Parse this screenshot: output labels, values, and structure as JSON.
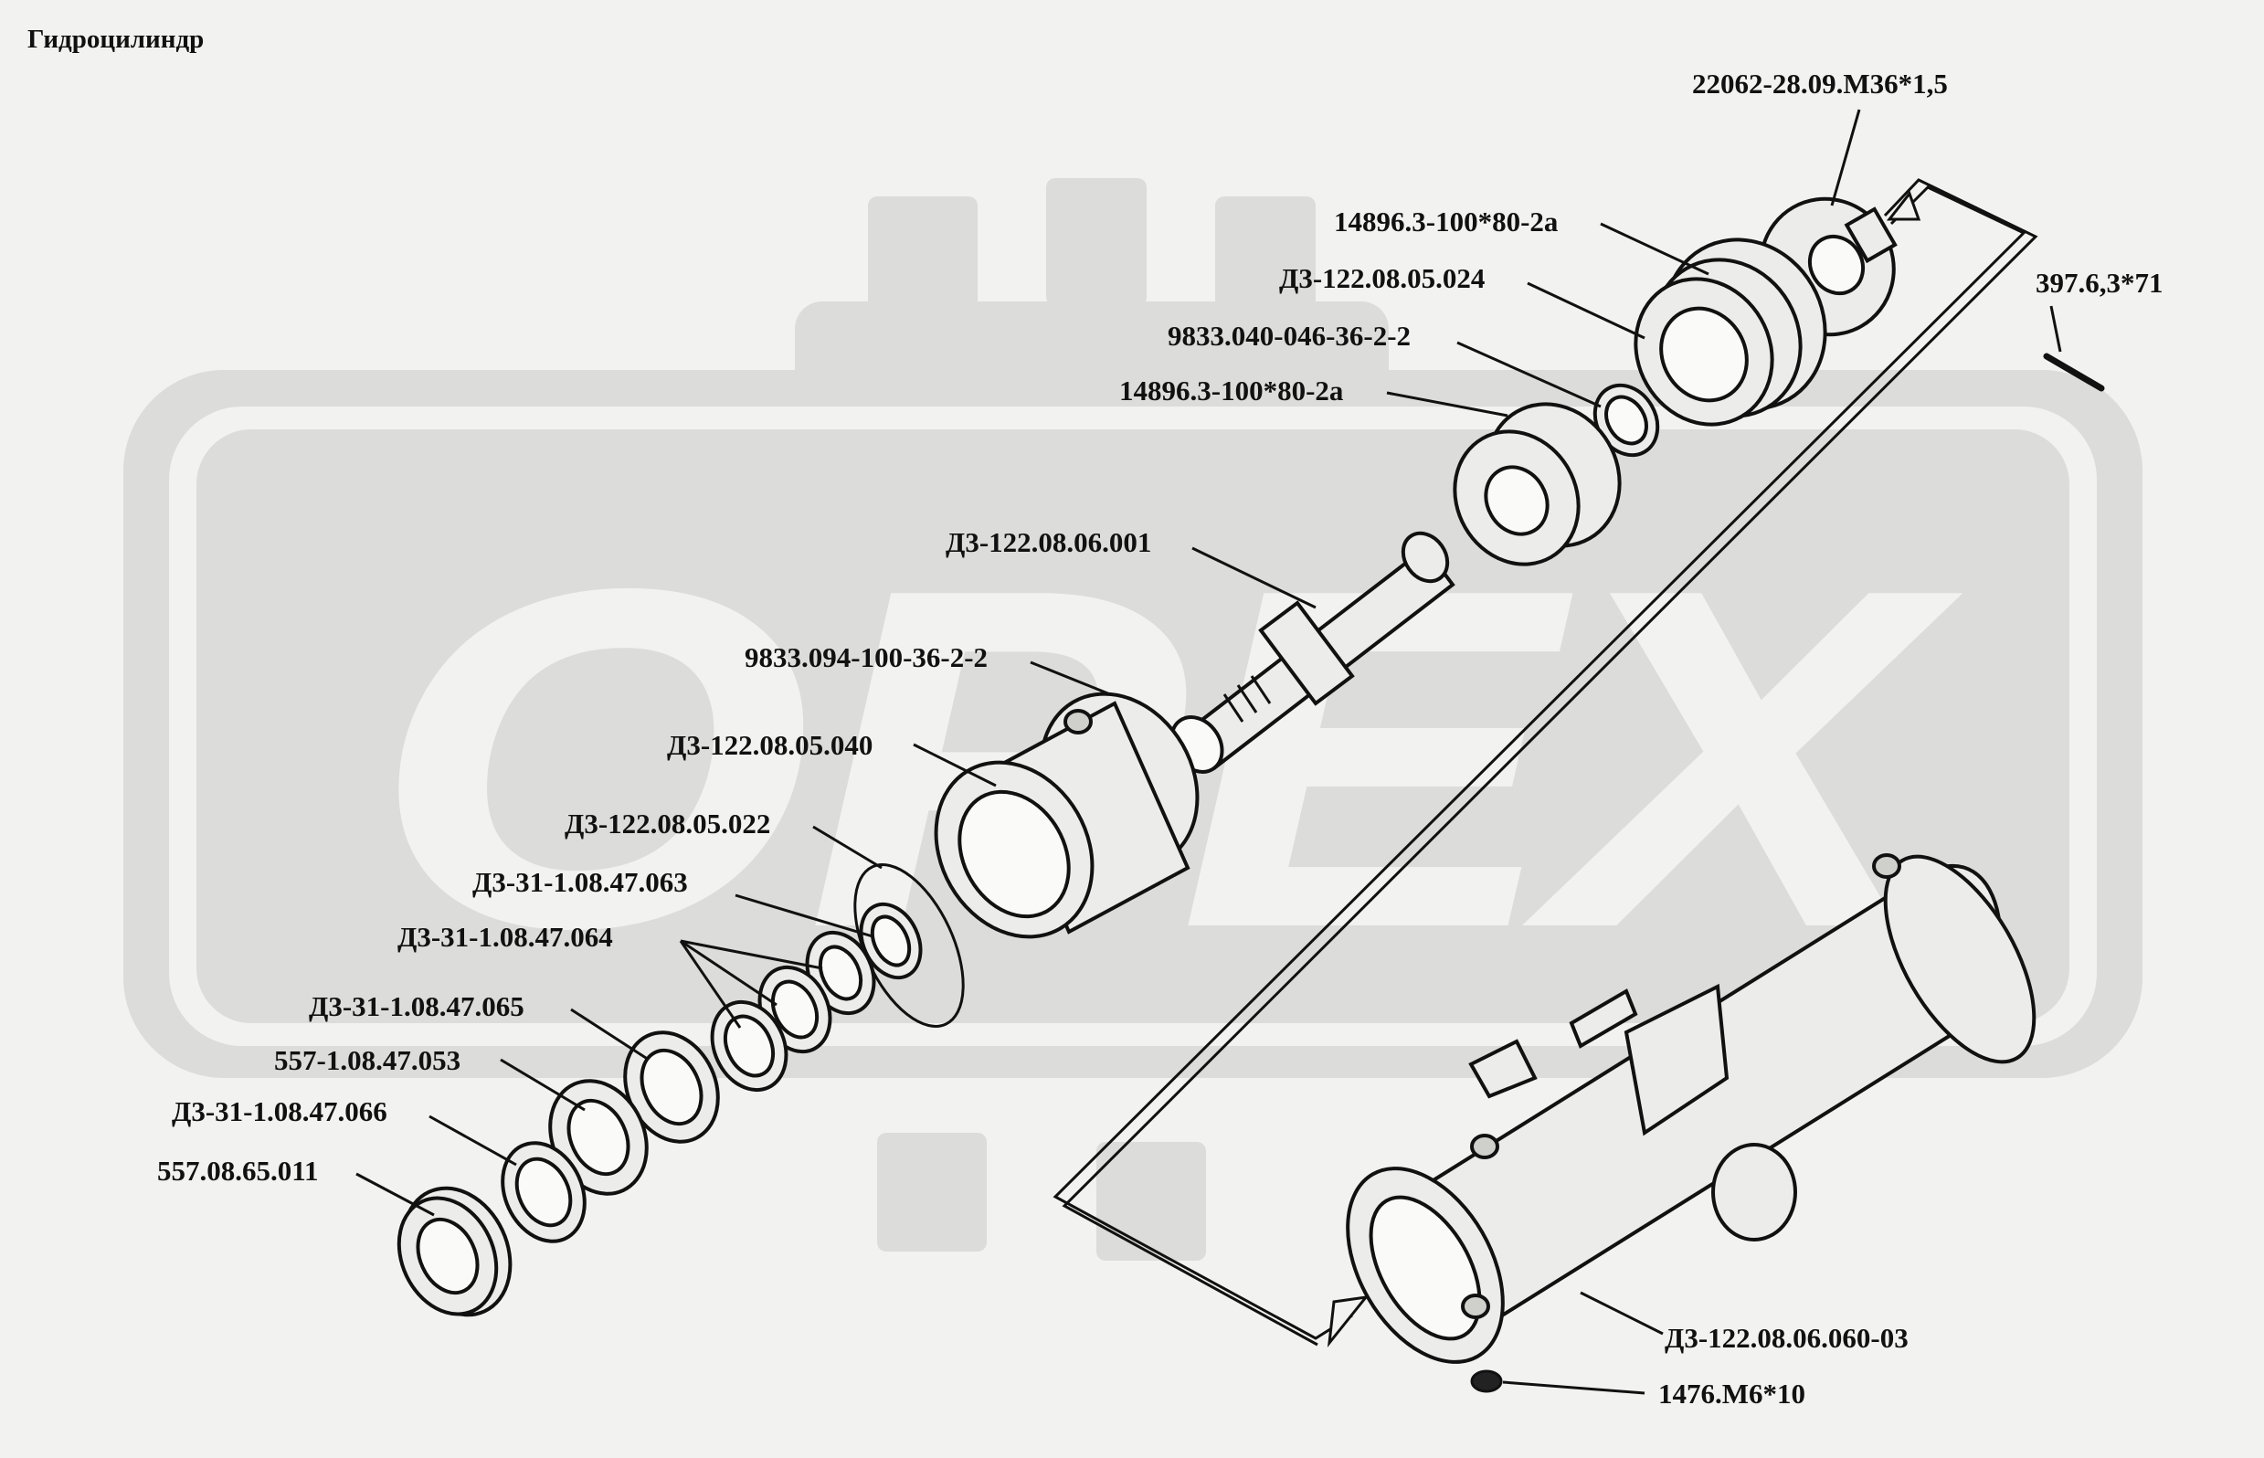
{
  "title": "Гидроцилиндр",
  "watermark": {
    "text": "OPEX",
    "color": "#dcdcda"
  },
  "colors": {
    "background": "#f2f2f0",
    "ink": "#111111"
  },
  "labels": [
    {
      "id": "cap-fitting",
      "text": "22062-28.09.M36*1,5"
    },
    {
      "id": "cap-seal",
      "text": "14896.3-100*80-2а"
    },
    {
      "id": "cap-body",
      "text": "Д3-122.08.05.024"
    },
    {
      "id": "cap-oring",
      "text": "9833.040-046-36-2-2"
    },
    {
      "id": "washer-seal",
      "text": "14896.3-100*80-2а"
    },
    {
      "id": "rod",
      "text": "Д3-122.08.06.001"
    },
    {
      "id": "piston-oring",
      "text": "9833.094-100-36-2-2"
    },
    {
      "id": "piston",
      "text": "Д3-122.08.05.040"
    },
    {
      "id": "snap-ring",
      "text": "Д3-122.08.05.022"
    },
    {
      "id": "ring-063",
      "text": "Д3-31-1.08.47.063"
    },
    {
      "id": "ring-064",
      "text": "Д3-31-1.08.47.064"
    },
    {
      "id": "ring-065",
      "text": "Д3-31-1.08.47.065"
    },
    {
      "id": "ring-053",
      "text": "557-1.08.47.053"
    },
    {
      "id": "ring-066",
      "text": "Д3-31-1.08.47.066"
    },
    {
      "id": "nut",
      "text": "557.08.65.011"
    },
    {
      "id": "pin",
      "text": "397.6,3*71"
    },
    {
      "id": "cylinder",
      "text": "Д3-122.08.06.060-03"
    },
    {
      "id": "plug",
      "text": "1476.М6*10"
    }
  ]
}
